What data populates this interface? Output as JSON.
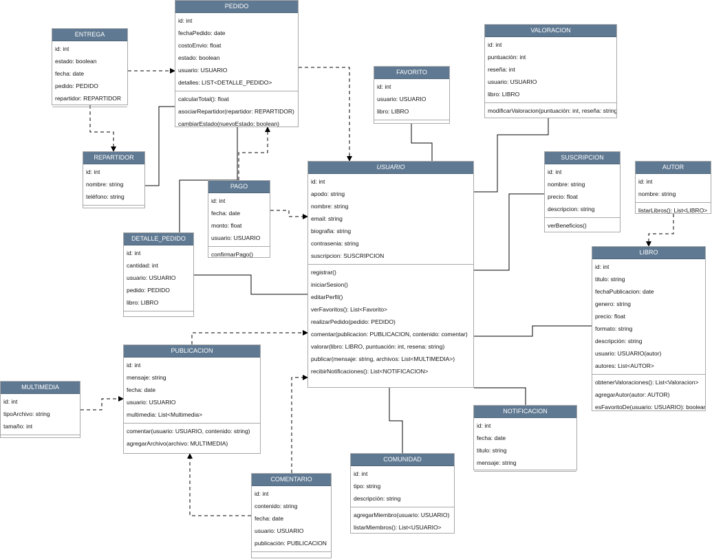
{
  "diagram": {
    "classes": [
      {
        "id": "pedido",
        "name": "PEDIDO",
        "attributes": [
          "id: int",
          "fechaPedido: date",
          "costoEnvio: float",
          "estado: boolean",
          "usuario: USUARIO",
          "detalles: LIST<DETALLE_PEDIDO>"
        ],
        "methods": [
          "calcularTotal(): float",
          "asociarRepartidor(repartidor: REPARTIDOR)",
          "cambiarEstado(nuevoEstado: boolean)"
        ]
      },
      {
        "id": "entrega",
        "name": "ENTREGA",
        "attributes": [
          "id: int",
          "estado: boolean",
          "fecha: date",
          "pedido: PEDIDO",
          "repartidor: REPARTIDOR"
        ],
        "methods": []
      },
      {
        "id": "repartidor",
        "name": "REPARTIDOR",
        "attributes": [
          "id: int",
          "nombre: string",
          "teléfono: string"
        ],
        "methods": []
      },
      {
        "id": "valoracion",
        "name": "VALORACION",
        "attributes": [
          "id: int",
          "puntuación: int",
          "reseña: int",
          "usuario: USUARIO",
          "libro: LIBRO"
        ],
        "methods": [
          "modificarValoracion(puntuación: int, reseña: string)"
        ]
      },
      {
        "id": "favorito",
        "name": "FAVORITO",
        "attributes": [
          "id: int",
          "usuario: USUARIO",
          "libro: LIBRO"
        ],
        "methods": []
      },
      {
        "id": "usuario",
        "name": "USUARIO",
        "italic": true,
        "attributes": [
          "id: int",
          "apodo: string",
          "nombre: string",
          "email: string",
          "biografia: string",
          "contrasenia: string",
          "suscripcion: SUSCRIPCION"
        ],
        "methods": [
          "registrar()",
          "iniciarSesion()",
          "editarPerfil()",
          "verFavoritos(): List<Favorito>",
          "realizarPedido(pedido: PEDIDO)",
          "comentar(publicacion: PUBLICACION, contenido: comentar)",
          "valorar(libro: LIBRO, puntuación: int, resena: string)",
          "publicar(mensaje: string, archivos: List<MULTIMEDIA>)",
          "recibirNotificaciones(): List<NOTIFICACION>"
        ]
      },
      {
        "id": "suscripcion",
        "name": "SUSCRIPCION",
        "attributes": [
          "id: int",
          "nombre: string",
          "precio: float",
          "descripcion: string"
        ],
        "methods": [
          "verBeneficios()"
        ]
      },
      {
        "id": "autor",
        "name": "AUTOR",
        "attributes": [
          "id: int",
          "nombre: string"
        ],
        "methods": [
          "listarLibros(): List<LIBRO>"
        ]
      },
      {
        "id": "pago",
        "name": "PAGO",
        "attributes": [
          "id: int",
          "fecha: date",
          "monto: float",
          "usuario: USUARIO"
        ],
        "methods": [
          "confirmarPago()"
        ]
      },
      {
        "id": "detalle_pedido",
        "name": "DETALLE_PEDIDO",
        "attributes": [
          "id: int",
          "cantidad: int",
          "usuario: USUARIO",
          "pedido: PEDIDO",
          "libro: LIBRO"
        ],
        "methods": []
      },
      {
        "id": "libro",
        "name": "LIBRO",
        "attributes": [
          "id: int",
          "titulo: string",
          "fechaPublicacion: date",
          "genero: string",
          "precio: float",
          "formato: string",
          "descripción: string",
          "usuario: USUARIO(autor)",
          "autores: List<AUTOR>"
        ],
        "methods": [
          "obtenerValoraciones(): List<Valoracion>",
          "agregarAutor(autor: AUTOR)",
          "esFavoritoDe(usuario: USUARIO): boolean"
        ]
      },
      {
        "id": "publicacion",
        "name": "PUBLICACION",
        "attributes": [
          "id: int",
          "mensaje: string",
          "fecha: date",
          "usuario: USUARIO",
          "multimedia: List<Multimedia>"
        ],
        "methods": [
          "comentar(usuario: USUARIO, contenido: string)",
          "agregarArchivo(archivo: MULTIMEDIA)"
        ]
      },
      {
        "id": "multimedia",
        "name": "MULTIMEDIA",
        "attributes": [
          "id: int",
          "tipoArchivo: string",
          "tamaño: int"
        ],
        "methods": []
      },
      {
        "id": "notificacion",
        "name": "NOTIFICACION",
        "attributes": [
          "id: int",
          "fecha: date",
          "titulo: string",
          "mensaje: string"
        ],
        "methods": []
      },
      {
        "id": "comunidad",
        "name": "COMUNIDAD",
        "attributes": [
          "id: int",
          "tipo: string",
          "descripción: string"
        ],
        "methods": [
          "agregarMiembro(usuario: USUARIO)",
          "listarMiembros(): List<USUARIO>"
        ]
      },
      {
        "id": "comentario",
        "name": "COMENTARIO",
        "attributes": [
          "id: int",
          "contenido: string",
          "fecha: date",
          "usuario: USUARIO",
          "publicación: PUBLICACION"
        ],
        "methods": []
      }
    ],
    "relations": [
      {
        "from": "entrega",
        "to": "pedido",
        "style": "dashed"
      },
      {
        "from": "entrega",
        "to": "repartidor",
        "style": "dashed"
      },
      {
        "from": "pedido",
        "to": "usuario",
        "style": "dashed"
      },
      {
        "from": "repartidor",
        "to": "pedido",
        "style": "solid"
      },
      {
        "from": "detalle_pedido",
        "to": "pedido",
        "style": "solid"
      },
      {
        "from": "pago",
        "to": "pedido",
        "style": "dashed"
      },
      {
        "from": "pago",
        "to": "usuario",
        "style": "dashed"
      },
      {
        "from": "favorito",
        "to": "usuario",
        "style": "solid"
      },
      {
        "from": "valoracion",
        "to": "usuario",
        "style": "solid"
      },
      {
        "from": "suscripcion",
        "to": "usuario",
        "style": "solid"
      },
      {
        "from": "autor",
        "to": "libro",
        "style": "dashed"
      },
      {
        "from": "detalle_pedido",
        "to": "usuario",
        "style": "solid"
      },
      {
        "from": "publicacion",
        "to": "usuario",
        "style": "dashed"
      },
      {
        "from": "libro",
        "to": "usuario",
        "style": "solid"
      },
      {
        "from": "multimedia",
        "to": "publicacion",
        "style": "dashed"
      },
      {
        "from": "comentario",
        "to": "usuario",
        "style": "dashed"
      },
      {
        "from": "comentario",
        "to": "publicacion",
        "style": "dashed"
      },
      {
        "from": "usuario",
        "to": "comunidad",
        "style": "solid"
      },
      {
        "from": "usuario",
        "to": "notificacion",
        "style": "solid"
      }
    ]
  }
}
